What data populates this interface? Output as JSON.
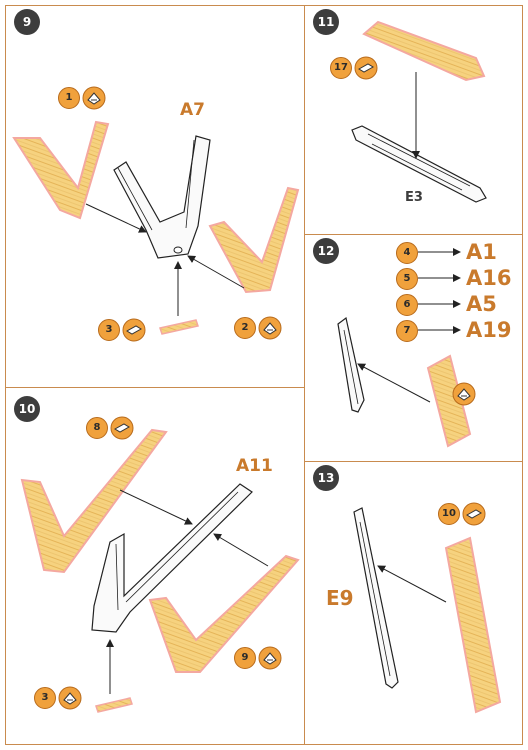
{
  "steps": [
    {
      "number": "9",
      "part": "A7",
      "callouts": [
        "1",
        "2",
        "3"
      ]
    },
    {
      "number": "11",
      "part": "E3",
      "callouts": [
        "17"
      ]
    },
    {
      "number": "12",
      "mapping": [
        {
          "ref": "4",
          "part": "A1"
        },
        {
          "ref": "5",
          "part": "A16"
        },
        {
          "ref": "6",
          "part": "A5"
        },
        {
          "ref": "7",
          "part": "A19"
        }
      ]
    },
    {
      "number": "10",
      "part": "A11",
      "callouts": [
        "8",
        "9",
        "3"
      ]
    },
    {
      "number": "13",
      "part": "E9",
      "callouts": [
        "10"
      ]
    }
  ],
  "colors": {
    "border": "#c98b4e",
    "wood": "#f3cf7a",
    "wood_dark": "#e0a84a",
    "wood_edge": "#f0a0a0",
    "label": "#c97a2c",
    "badge": "#3d3d3d",
    "ref": "#f0a13c"
  },
  "icons": [
    "glue-brush-icon",
    "photo-etch-part-icon"
  ]
}
